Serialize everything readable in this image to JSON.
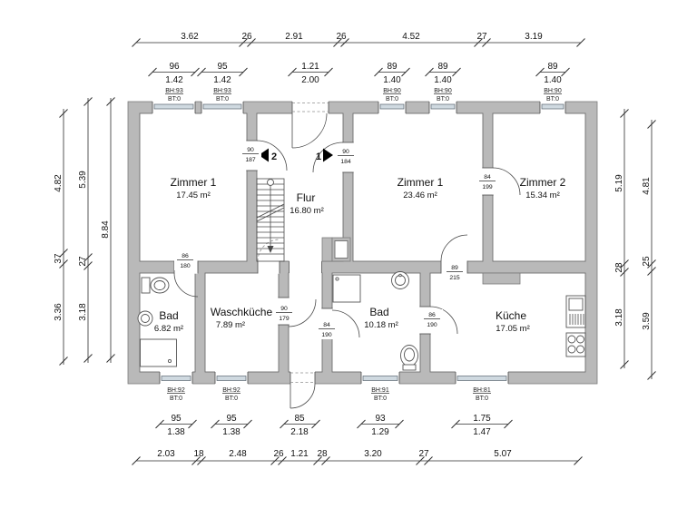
{
  "plan": {
    "rooms": [
      {
        "id": "zimmer1-left",
        "name": "Zimmer 1",
        "area": "17.45 m²"
      },
      {
        "id": "flur",
        "name": "Flur",
        "area": "16.80 m²"
      },
      {
        "id": "zimmer1-right",
        "name": "Zimmer 1",
        "area": "23.46 m²"
      },
      {
        "id": "zimmer2",
        "name": "Zimmer 2",
        "area": "15.34 m²"
      },
      {
        "id": "bad-left",
        "name": "Bad",
        "area": "6.82 m²"
      },
      {
        "id": "waschkueche",
        "name": "Waschküche",
        "area": "7.89 m²"
      },
      {
        "id": "bad-right",
        "name": "Bad",
        "area": "10.18 m²"
      },
      {
        "id": "kueche",
        "name": "Küche",
        "area": "17.05 m²"
      }
    ],
    "unit_markers": [
      {
        "label": "1"
      },
      {
        "label": "2"
      }
    ],
    "doors": [
      {
        "width": "90",
        "height": "187"
      },
      {
        "width": "90",
        "height": "184"
      },
      {
        "width": "84",
        "height": "199"
      },
      {
        "width": "86",
        "height": "180"
      },
      {
        "width": "90",
        "height": "179"
      },
      {
        "width": "84",
        "height": "190"
      },
      {
        "width": "86",
        "height": "190"
      },
      {
        "width": "89",
        "height": "215"
      }
    ],
    "openings": {
      "entrance": {
        "clear": "1.21",
        "total": "2.00"
      },
      "back_door": {
        "clear": "85",
        "total": "2.18"
      }
    },
    "windows_top": [
      {
        "clear": "96",
        "total": "1.42",
        "bh": "BH:93",
        "bt": "BT:0"
      },
      {
        "clear": "95",
        "total": "1.42",
        "bh": "BH:93",
        "bt": "BT:0"
      },
      {
        "clear": "89",
        "total": "1.40",
        "bh": "BH:90",
        "bt": "BT:0"
      },
      {
        "clear": "89",
        "total": "1.40",
        "bh": "BH:90",
        "bt": "BT:0"
      },
      {
        "clear": "89",
        "total": "1.40",
        "bh": "BH:90",
        "bt": "BT:0"
      }
    ],
    "windows_bottom": [
      {
        "clear": "95",
        "total": "1.38",
        "bh": "BH:92",
        "bt": "BT:0"
      },
      {
        "clear": "95",
        "total": "1.38",
        "bh": "BH:92",
        "bt": "BT:0"
      },
      {
        "clear": "93",
        "total": "1.29",
        "bh": "BH:91",
        "bt": "BT:0"
      },
      {
        "clear": "1.75",
        "total": "1.47",
        "bh": "BH:81",
        "bt": "BT:0"
      }
    ],
    "dimensions": {
      "top": [
        "3.62",
        "26",
        "2.91",
        "26",
        "4.52",
        "27",
        "3.19"
      ],
      "bottom": [
        "2.03",
        "18",
        "2.48",
        "26",
        "1.21",
        "28",
        "3.20",
        "27",
        "5.07"
      ],
      "left_outer": [
        "4.82",
        "37",
        "3.36"
      ],
      "left_middle": [
        "5.39",
        "27",
        "3.18"
      ],
      "left_inner": [
        "8.84"
      ],
      "right_inner": [
        "5.19",
        "28",
        "3.18"
      ],
      "right_outer": [
        "4.81",
        "25",
        "3.59"
      ]
    },
    "colors": {
      "wall": "#b9b9b9",
      "wall_edge": "#7a7a7a",
      "line": "#3a3a3a",
      "glazing": "#cfd9e0"
    }
  }
}
